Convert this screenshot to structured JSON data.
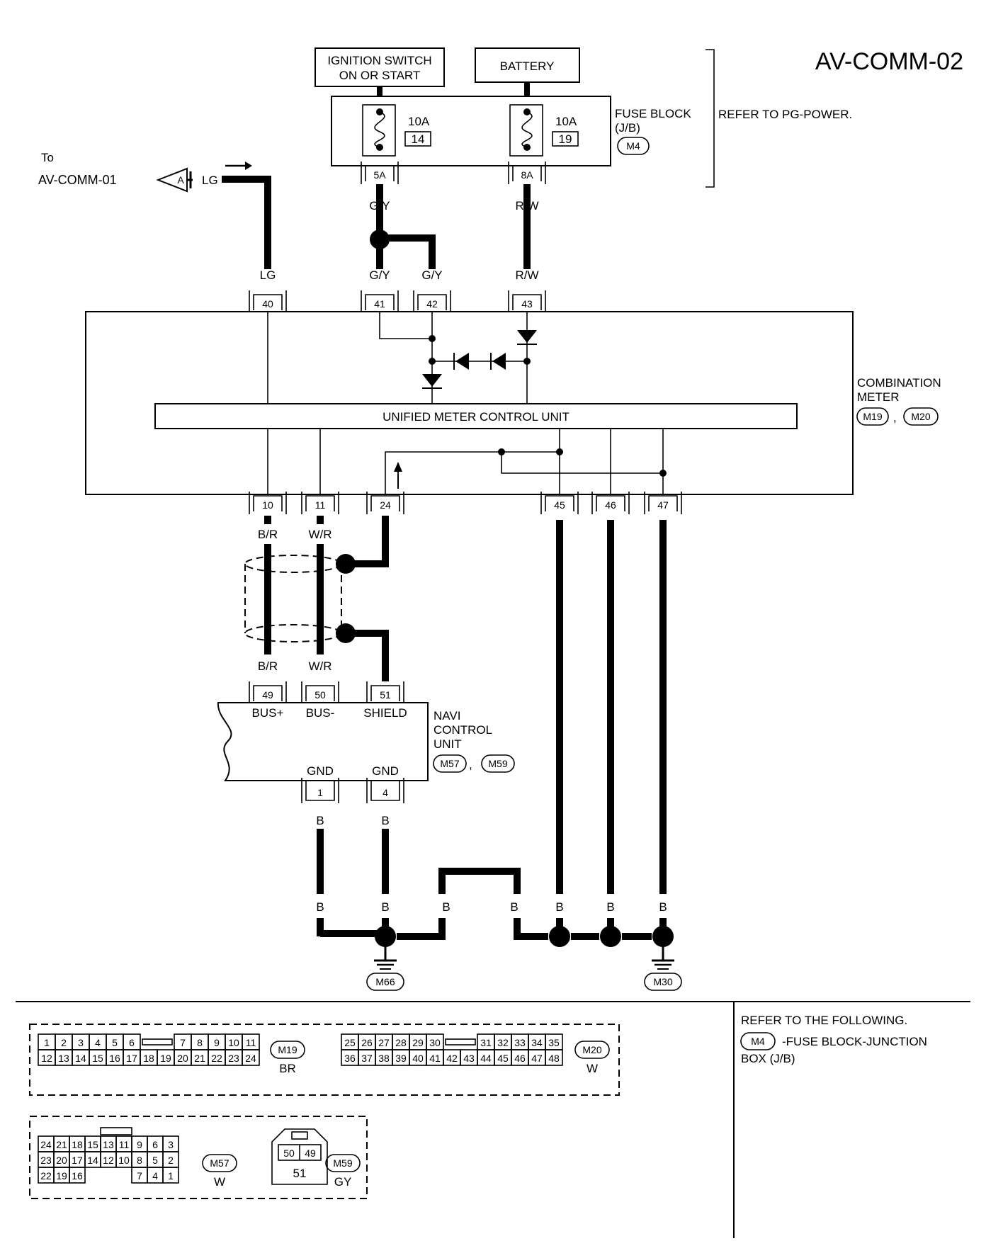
{
  "title": "AV-COMM-02",
  "power": {
    "ignition_line1": "IGNITION SWITCH",
    "ignition_line2": "ON OR START",
    "battery": "BATTERY",
    "fuse1_amp": "10A",
    "fuse1_no": "14",
    "fuse2_amp": "10A",
    "fuse2_no": "19",
    "fuse_block_line1": "FUSE BLOCK",
    "fuse_block_line2": "(J/B)",
    "fuse_block_conn": "M4",
    "fuse1_out": "5A",
    "fuse2_out": "8A",
    "refer": "REFER TO PG-POWER."
  },
  "link": {
    "to": "To",
    "target": "AV-COMM-01",
    "letter": "A",
    "color": "LG"
  },
  "wires": {
    "gy": "G/Y",
    "rw": "R/W",
    "lg": "LG",
    "br": "B/R",
    "wr": "W/R",
    "b": "B"
  },
  "meter": {
    "label_line1": "COMBINATION",
    "label_line2": "METER",
    "conn1": "M19",
    "conn2": "M20",
    "sep": ",",
    "control_unit": "UNIFIED METER CONTROL UNIT",
    "top_pins": [
      "40",
      "41",
      "42",
      "43"
    ],
    "bottom_pins": [
      "10",
      "11",
      "24",
      "45",
      "46",
      "47"
    ]
  },
  "navi": {
    "label_line1": "NAVI",
    "label_line2": "CONTROL",
    "label_line3": "UNIT",
    "conn1": "M57",
    "conn2": "M59",
    "sep": ",",
    "pins_top": [
      "49",
      "50",
      "51"
    ],
    "pin_names_top": [
      "BUS+",
      "BUS-",
      "SHIELD"
    ],
    "pins_bottom": [
      "1",
      "4"
    ],
    "pin_names_bottom": [
      "GND",
      "GND"
    ]
  },
  "grounds": [
    "M66",
    "M30"
  ],
  "connectors": {
    "m19": {
      "id": "M19",
      "color": "BR",
      "row1": [
        "1",
        "2",
        "3",
        "4",
        "5",
        "6",
        "",
        "7",
        "8",
        "9",
        "10",
        "11"
      ],
      "row2": [
        "12",
        "13",
        "14",
        "15",
        "16",
        "17",
        "18",
        "19",
        "20",
        "21",
        "22",
        "23",
        "24"
      ]
    },
    "m20": {
      "id": "M20",
      "color": "W",
      "row1": [
        "25",
        "26",
        "27",
        "28",
        "29",
        "30",
        "",
        "31",
        "32",
        "33",
        "34",
        "35"
      ],
      "row2": [
        "36",
        "37",
        "38",
        "39",
        "40",
        "41",
        "42",
        "43",
        "44",
        "45",
        "46",
        "47",
        "48"
      ]
    },
    "m57": {
      "id": "M57",
      "color": "W",
      "row1": [
        "24",
        "21",
        "18",
        "15",
        "13",
        "11",
        "9",
        "6",
        "3"
      ],
      "row2": [
        "23",
        "20",
        "17",
        "14",
        "12",
        "10",
        "8",
        "5",
        "2"
      ],
      "row3": [
        "22",
        "19",
        "16",
        "7",
        "4",
        "1"
      ]
    },
    "m59": {
      "id": "M59",
      "color": "GY",
      "pins_top": [
        "50",
        "49"
      ],
      "pin_bottom": "51"
    }
  },
  "reference": {
    "heading": "REFER TO THE FOLLOWING.",
    "conn": "M4",
    "line1": "-FUSE BLOCK-JUNCTION",
    "line2": "BOX (J/B)"
  }
}
